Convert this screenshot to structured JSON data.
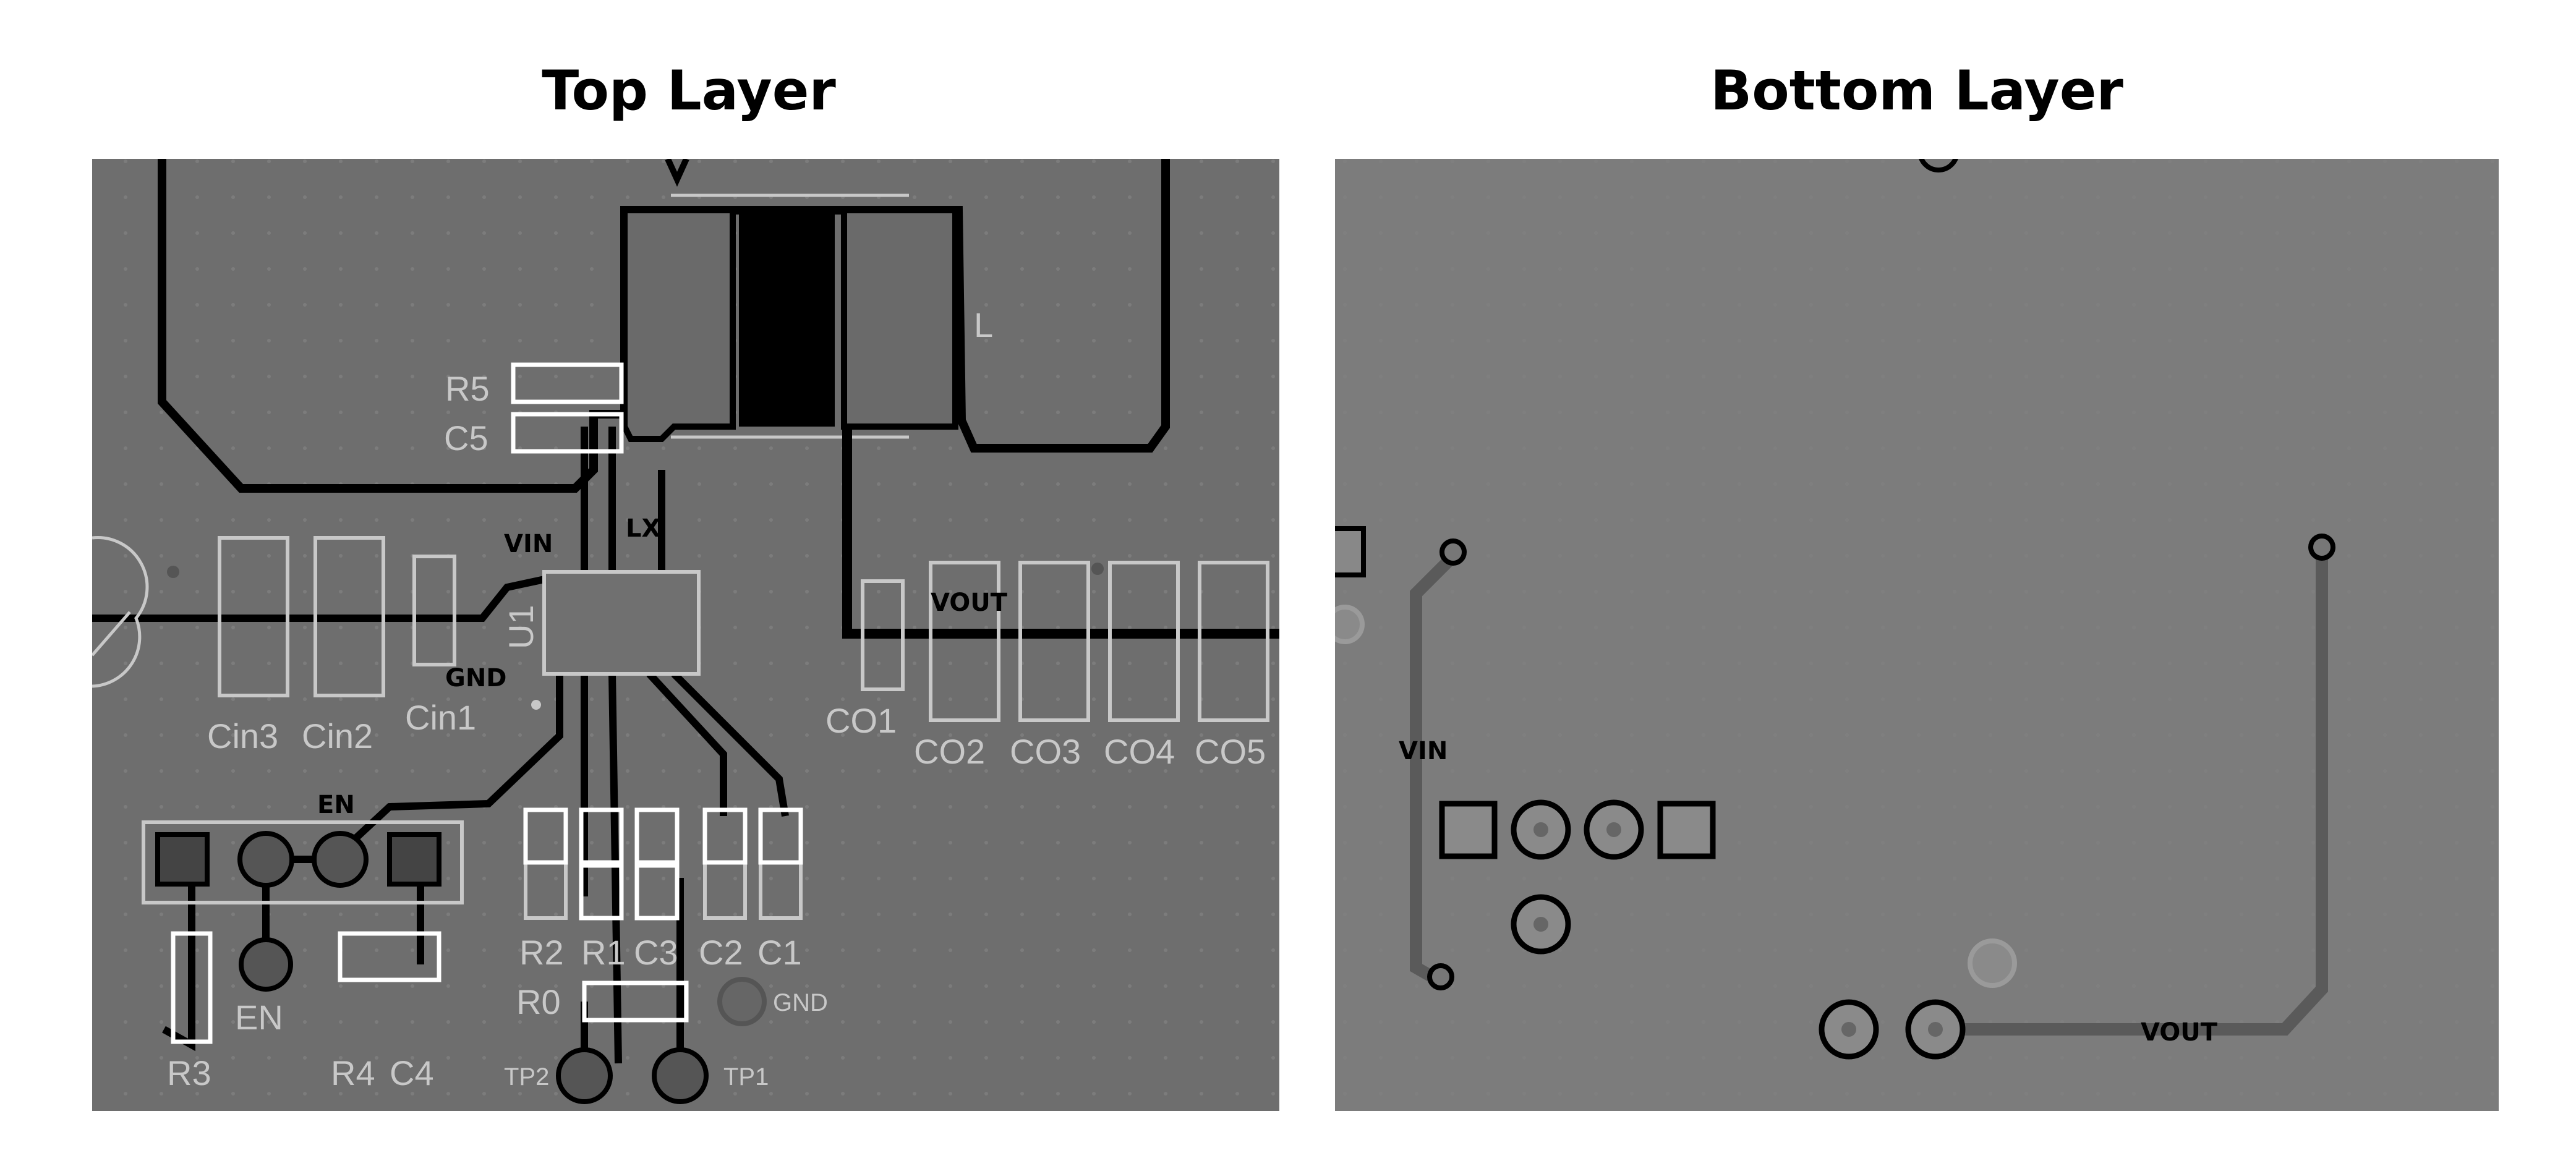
{
  "titles": {
    "top": "Top Layer",
    "bottom": "Bottom Layer"
  },
  "colors": {
    "board": "#6e6e6e",
    "board_bottom": "#7c7c7c",
    "trace": "#000000",
    "silkscreen": "#c8c8c8",
    "copper_pour": "#000000",
    "bottom_trace": "#5a5a5a"
  },
  "top_layer": {
    "component_labels": {
      "r5": "R5",
      "c5": "C5",
      "l": "L",
      "u1": "U1",
      "cin3": "Cin3",
      "cin2": "Cin2",
      "cin1": "Cin1",
      "co1": "CO1",
      "co2": "CO2",
      "co3": "CO3",
      "co4": "CO4",
      "co5": "CO5",
      "r2": "R2",
      "r1": "R1",
      "c3": "C3",
      "c2": "C2",
      "c1": "C1",
      "r0": "R0",
      "r3": "R3",
      "r4": "R4",
      "c4": "C4",
      "en": "EN",
      "gnd": "GND",
      "tp2": "TP2",
      "tp1": "TP1"
    },
    "net_labels": {
      "vin": "VIN",
      "lx": "LX",
      "vout": "VOUT",
      "gnd": "GND",
      "en": "EN"
    }
  },
  "bottom_layer": {
    "net_labels": {
      "vin": "VIN",
      "vout": "VOUT"
    }
  }
}
